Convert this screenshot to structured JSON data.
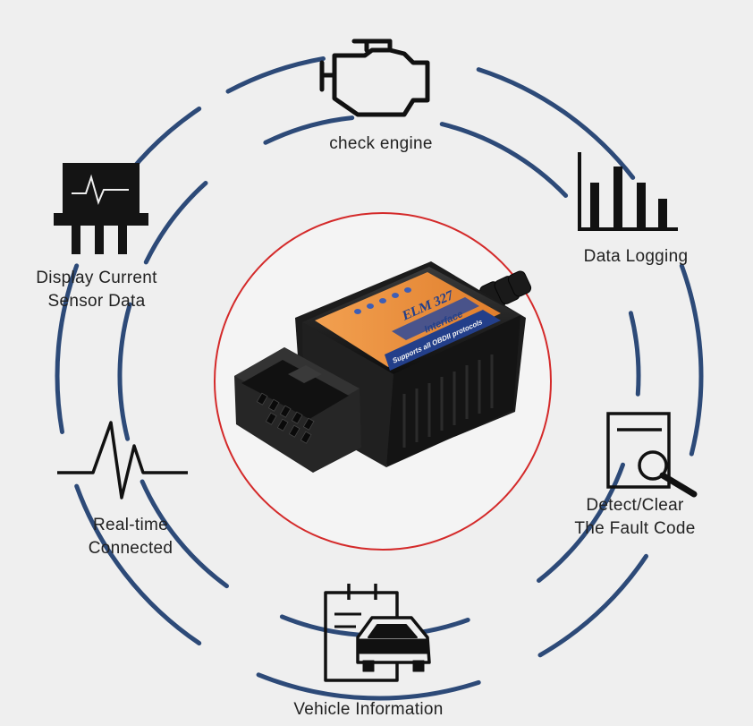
{
  "features": {
    "check_engine": {
      "label": "check engine",
      "icon": "engine-icon"
    },
    "data_logging": {
      "label": "Data Logging",
      "icon": "bar-chart-icon"
    },
    "fault_code": {
      "line1": "Detect/Clear",
      "line2": "The Fault Code",
      "icon": "document-magnifier-icon"
    },
    "vehicle_info": {
      "label": "Vehicle Information",
      "icon": "car-clipboard-icon"
    },
    "realtime": {
      "line1": "Real-time",
      "line2": "Connected",
      "icon": "heartbeat-pulse-icon"
    },
    "sensor": {
      "line1": "Display Current",
      "line2": "Sensor Data",
      "icon": "sensor-chip-icon"
    }
  },
  "device": {
    "model": "ELM 327",
    "subtitle": "Interface",
    "tagline": "Supports all OBDII protocols",
    "icon": "obd2-scanner-image"
  },
  "colors": {
    "background": "#efefef",
    "ring": "#2d4a78",
    "center_circle": "#d42a2a",
    "device_label": "#e8903c",
    "device_label_band": "#233f8a",
    "icon": "#111111"
  }
}
